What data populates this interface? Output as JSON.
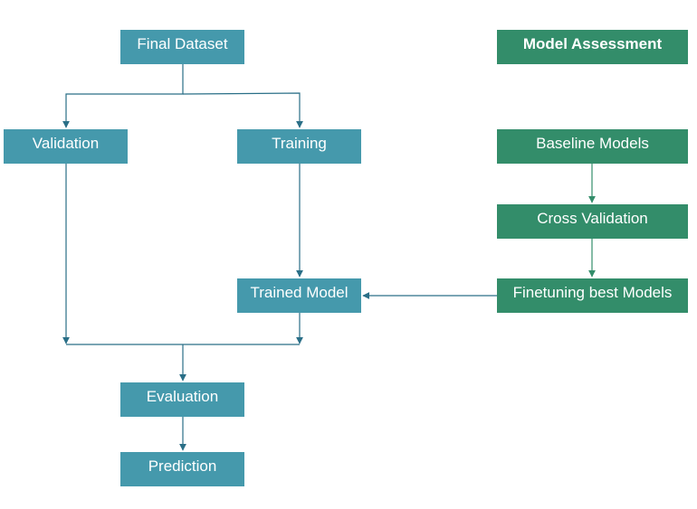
{
  "nodes": {
    "final_dataset": "Final Dataset",
    "validation": "Validation",
    "training": "Training",
    "trained_model": "Trained Model",
    "evaluation": "Evaluation",
    "prediction": "Prediction",
    "model_assessment": "Model Assessment",
    "baseline_models": "Baseline Models",
    "cross_validation": "Cross Validation",
    "finetuning": "Finetuning best Models"
  },
  "colors": {
    "pipeline_fill": "#4599ac",
    "assessment_fill": "#338d6a",
    "pipeline_connector": "#2a6f87",
    "assessment_connector": "#338d6a",
    "text": "#ffffff"
  }
}
